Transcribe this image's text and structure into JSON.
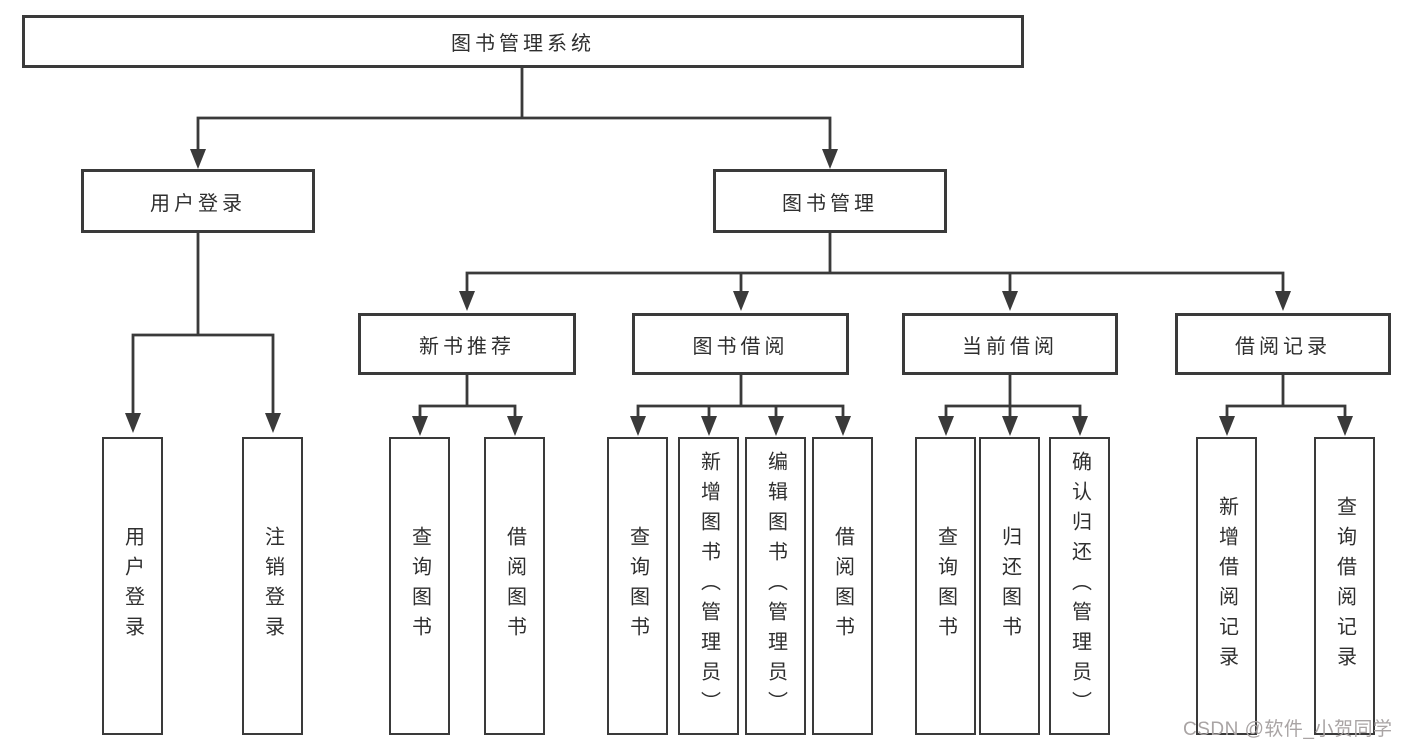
{
  "diagram_title": "图书管理系统",
  "colors": {
    "line": "#3a3a3a",
    "text": "#2f2f2f",
    "background": "#ffffff",
    "watermark": "#a9a4a4"
  },
  "nodes": {
    "root": {
      "label": "图书管理系统"
    },
    "level2": [
      {
        "label": "用户登录"
      },
      {
        "label": "图书管理"
      }
    ],
    "level3": [
      {
        "label": "新书推荐"
      },
      {
        "label": "图书借阅"
      },
      {
        "label": "当前借阅"
      },
      {
        "label": "借阅记录"
      }
    ],
    "leaves": {
      "user_login": [
        {
          "label": "用户登录"
        },
        {
          "label": "注销登录"
        }
      ],
      "recommend": [
        {
          "label": "查询图书"
        },
        {
          "label": "借阅图书"
        }
      ],
      "borrow": [
        {
          "label": "查询图书"
        },
        {
          "label": "新增图书（管理员）"
        },
        {
          "label": "编辑图书（管理员）"
        },
        {
          "label": "借阅图书"
        }
      ],
      "current": [
        {
          "label": "查询图书"
        },
        {
          "label": "归还图书"
        },
        {
          "label": "确认归还（管理员）"
        }
      ],
      "records": [
        {
          "label": "新增借阅记录"
        },
        {
          "label": "查询借阅记录"
        }
      ]
    }
  },
  "watermark": {
    "text": "CSDN @软件_小贺同学"
  }
}
